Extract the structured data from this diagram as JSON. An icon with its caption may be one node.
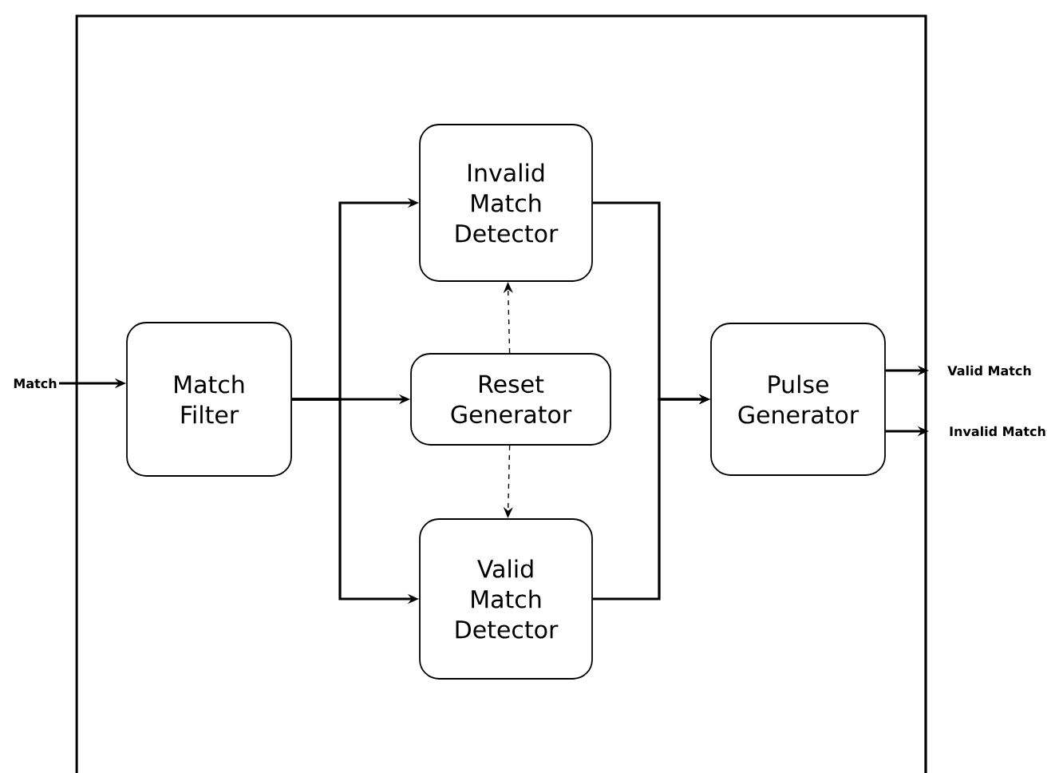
{
  "diagram": {
    "nodes": [
      {
        "text": [
          "Match"
        ]
      },
      {
        "text": [
          "Match Filter"
        ]
      },
      {
        "text": [
          "Invalid Match Detector"
        ]
      },
      {
        "text": [
          "Reset Generator"
        ]
      },
      {
        "text": [
          "Valid Match Detector"
        ]
      },
      {
        "text": [
          "Pulse Generator"
        ]
      },
      {
        "text": [
          "Valid Match"
        ]
      },
      {
        "text": [
          "Invalid Match"
        ]
      }
    ],
    "edges": [
      {
        "from": 0,
        "to": 1,
        "arrow": "to"
      },
      {
        "from": 1,
        "to": 2,
        "arrow": "to"
      },
      {
        "from": 1,
        "to": 3,
        "arrow": "to"
      },
      {
        "from": 1,
        "to": 4,
        "arrow": "to"
      },
      {
        "from": 3,
        "to": 2,
        "arrow": "to",
        "style": "dashed"
      },
      {
        "from": 3,
        "to": 4,
        "arrow": "to",
        "style": "dashed"
      },
      {
        "from": 2,
        "to": 5,
        "arrow": "to"
      },
      {
        "from": 4,
        "to": 5,
        "arrow": "to"
      },
      {
        "from": 5,
        "to": 6,
        "arrow": "to"
      },
      {
        "from": 5,
        "to": 7,
        "arrow": "to"
      }
    ]
  }
}
